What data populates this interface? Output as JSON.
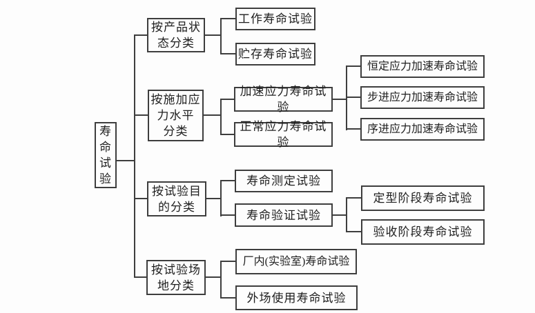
{
  "tree": {
    "root": {
      "label": "寿\n命\n试\n验"
    },
    "branches": [
      {
        "category": "按产品状\n态分类",
        "children": [
          {
            "label": "工作寿命试验"
          },
          {
            "label": "贮存寿命试验"
          }
        ]
      },
      {
        "category": "按施加应\n力水平\n分类",
        "children": [
          {
            "label": "加速应力寿命试验",
            "children": [
              "恒定应力加速寿命试验",
              "步进应力加速寿命试验",
              "序进应力加速寿命试验"
            ]
          },
          {
            "label": "正常应力寿命试验"
          }
        ]
      },
      {
        "category": "按试验目\n的分类",
        "children": [
          {
            "label": "寿命测定试验"
          },
          {
            "label": "寿命验证试验",
            "children": [
              "定型阶段寿命试验",
              "验收阶段寿命试验"
            ]
          }
        ]
      },
      {
        "category": "按试验场\n地分类",
        "children": [
          {
            "label": "厂内(实验室)寿命试验"
          },
          {
            "label": "外场使用寿命试验"
          }
        ]
      }
    ]
  },
  "colors": {
    "line": "#3d3d3d",
    "box_border": "#3d3d3d",
    "text": "#1e1e1e",
    "background": "#fdfdfd"
  }
}
